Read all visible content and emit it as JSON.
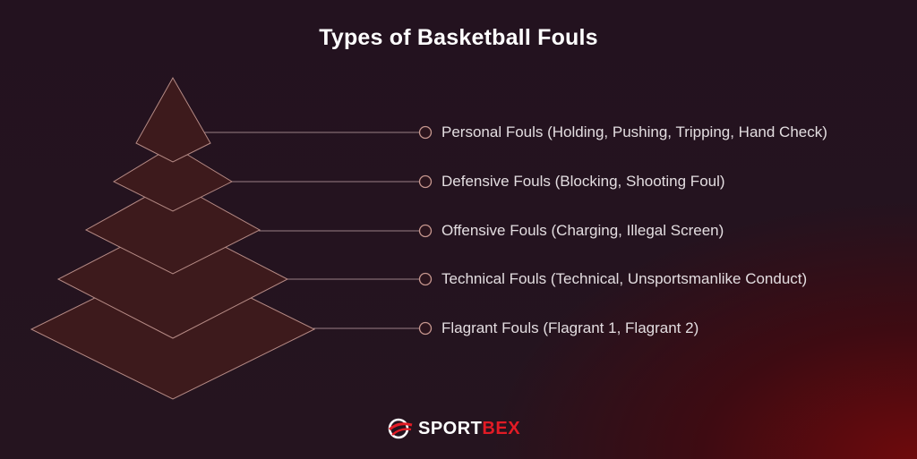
{
  "title": "Types of Basketball Fouls",
  "levels": [
    {
      "label": "Personal Fouls (Holding, Pushing, Tripping, Hand Check)"
    },
    {
      "label": "Defensive Fouls (Blocking, Shooting Foul)"
    },
    {
      "label": "Offensive Fouls (Charging, Illegal Screen)"
    },
    {
      "label": "Technical Fouls (Technical, Unsportsmanlike Conduct)"
    },
    {
      "label": "Flagrant Fouls (Flagrant 1, Flagrant 2)"
    }
  ],
  "logo": {
    "part1": "SPORT",
    "part2": "BEX"
  },
  "colors": {
    "layer_fill": "#3d1a1c",
    "layer_stroke": "#b58a85",
    "text": "#e3dde0",
    "brand_red": "#e21b25"
  }
}
